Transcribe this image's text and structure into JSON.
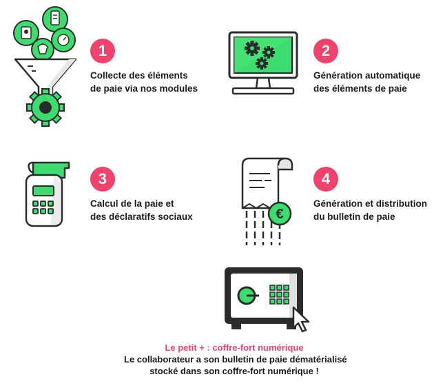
{
  "colors": {
    "accent": "#f0426a",
    "green": "#3ddc6e",
    "dark": "#2b2b2b"
  },
  "steps": [
    {
      "number": "1",
      "line1": "Collecte des éléments",
      "line2": "de paie via nos modules"
    },
    {
      "number": "2",
      "line1": "Génération automatique",
      "line2": "des éléments de paie"
    },
    {
      "number": "3",
      "line1": "Calcul de la paie et",
      "line2": "des déclaratifs sociaux"
    },
    {
      "number": "4",
      "line1": "Génération et distribution",
      "line2": "du bulletin de paie"
    }
  ],
  "footer": {
    "highlight": "Le petit + : coffre-fort numérique",
    "line1": "Le collaborateur a son bulletin de paie dématérialisé",
    "line2": "stocké dans son coffre-fort numérique !"
  }
}
